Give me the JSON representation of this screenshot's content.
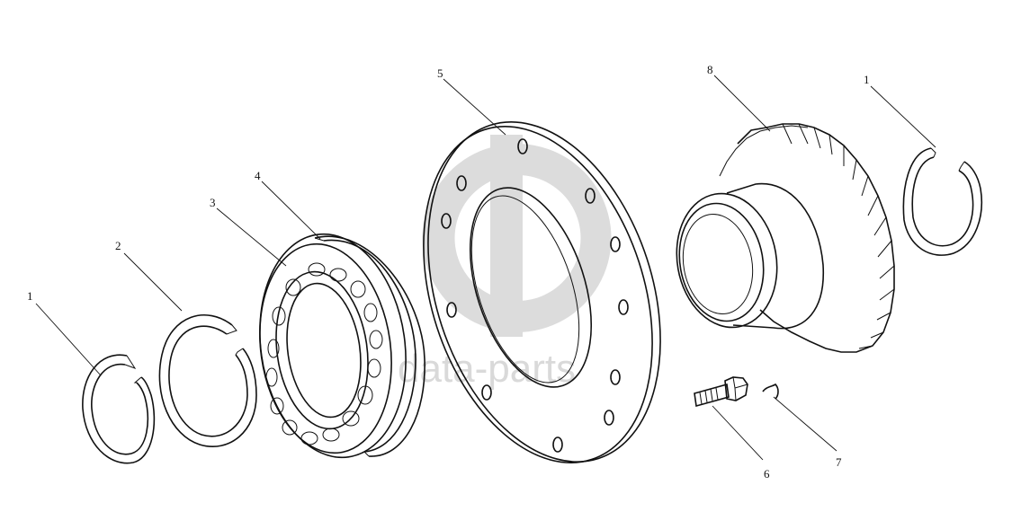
{
  "watermark": {
    "text": "data-parts",
    "logo": "dp-logo-mark",
    "color": "#d9d9d9"
  },
  "callouts": [
    {
      "id": "1a",
      "label": "1",
      "part": "snap-ring-left"
    },
    {
      "id": "2",
      "label": "2",
      "part": "retaining-ring"
    },
    {
      "id": "3",
      "label": "3",
      "part": "roller-bearing"
    },
    {
      "id": "4",
      "label": "4",
      "part": "bearing-outer-race"
    },
    {
      "id": "5",
      "label": "5",
      "part": "bearing-flange"
    },
    {
      "id": "6",
      "label": "6",
      "part": "bolt"
    },
    {
      "id": "7",
      "label": "7",
      "part": "lock-wire"
    },
    {
      "id": "8",
      "label": "8",
      "part": "gear"
    },
    {
      "id": "1b",
      "label": "1",
      "part": "snap-ring-right"
    }
  ]
}
